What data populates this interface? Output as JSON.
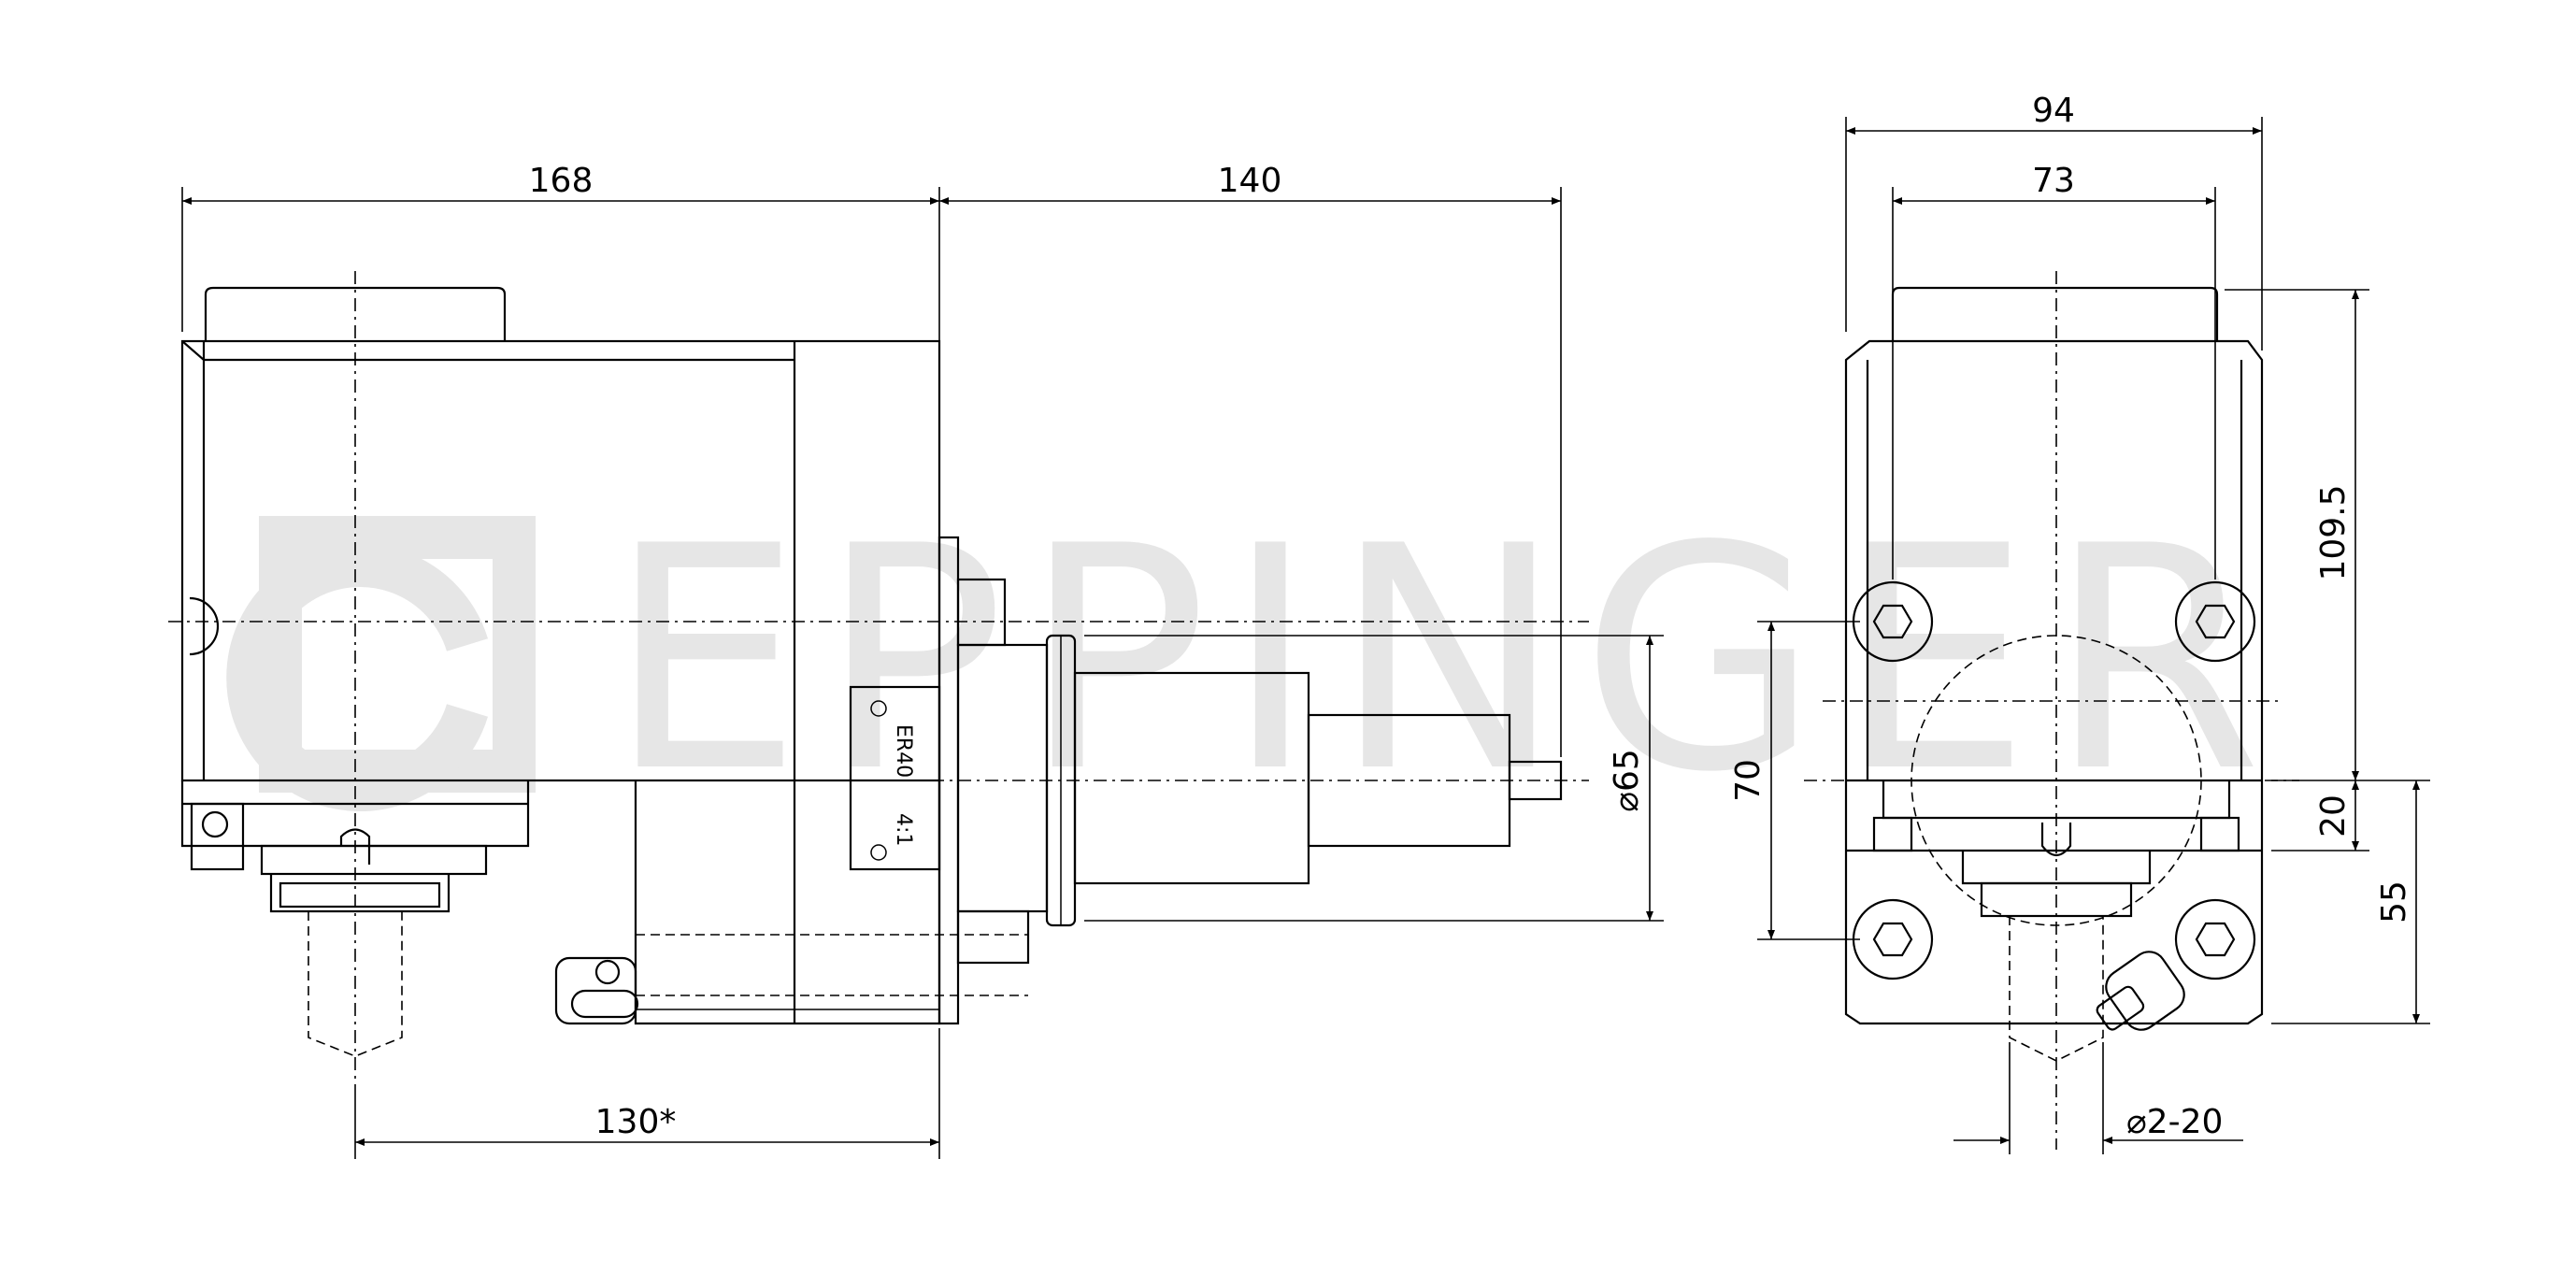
{
  "watermark": {
    "text": "EPPINGER",
    "color": "#e6e6e6"
  },
  "side_view": {
    "dim_overall_length": "168",
    "dim_spindle_length": "140",
    "dim_lower_length": "130",
    "dim_lower_length_mark": "*",
    "dim_flange_diameter": "⌀65",
    "plate_label_top": "ER40",
    "plate_label_bottom": "4:1"
  },
  "front_view": {
    "dim_outer_width": "94",
    "dim_inner_width": "73",
    "dim_upper_height": "109.5",
    "dim_bolt_spacing": "70",
    "dim_collar_height": "20",
    "dim_lower_height": "55",
    "dim_clamping_range": "⌀2-20"
  }
}
